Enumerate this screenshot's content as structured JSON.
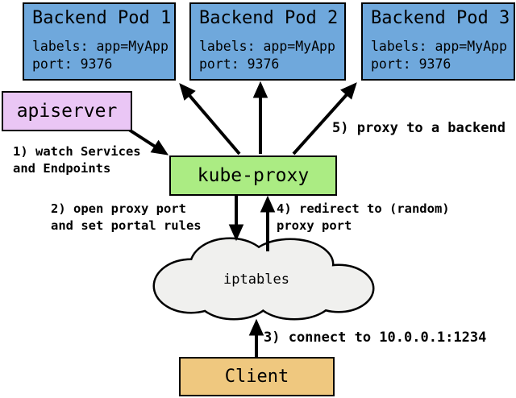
{
  "pods": [
    {
      "title": "Backend Pod 1",
      "labels_line": "labels: app=MyApp",
      "port_line": "port: 9376"
    },
    {
      "title": "Backend Pod 2",
      "labels_line": "labels: app=MyApp",
      "port_line": "port: 9376"
    },
    {
      "title": "Backend Pod 3",
      "labels_line": "labels: app=MyApp",
      "port_line": "port: 9376"
    }
  ],
  "nodes": {
    "apiserver": "apiserver",
    "kube_proxy": "kube-proxy",
    "iptables": "iptables",
    "client": "Client"
  },
  "annotations": {
    "step1": "1) watch Services\nand Endpoints",
    "step2": "2) open proxy port\nand set portal rules",
    "step3": "3) connect to 10.0.0.1:1234",
    "step4": "4) redirect to (random)\nproxy port",
    "step5": "5) proxy to a backend"
  },
  "colors": {
    "pod_fill": "#6fa8dc",
    "apiserver_fill": "#eac6f5",
    "kube_proxy_fill": "#abec83",
    "client_fill": "#efc87f",
    "cloud_fill": "#f0f0ee",
    "outline": "#000000"
  }
}
